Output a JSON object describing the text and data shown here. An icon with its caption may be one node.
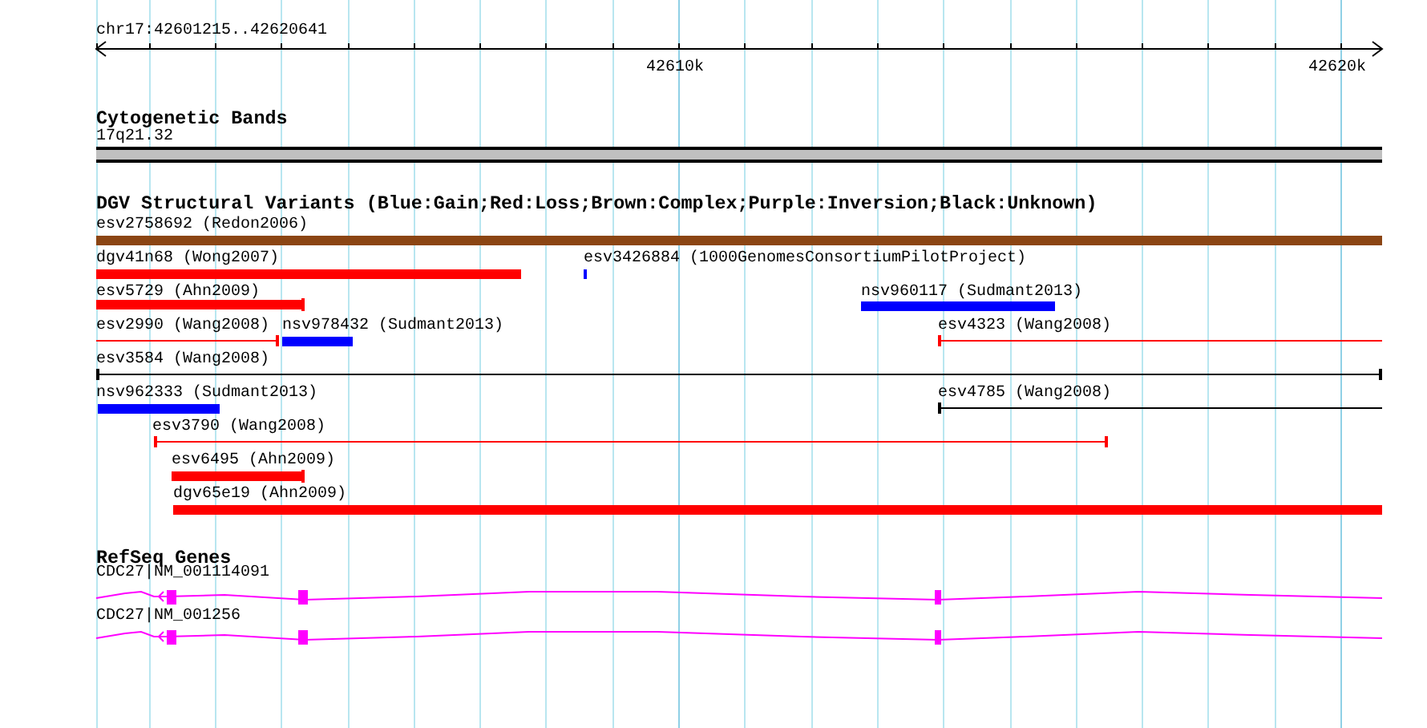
{
  "diagram": {
    "labels": [
      "chr17:42601215..42620641",
      "42610k",
      "42620k",
      "Cytogenetic Bands",
      "17q21.32",
      "DGV Structural Variants (Blue:Gain;Red:Loss;Brown:Complex;Purple:Inversion;Black:Unknown)",
      "esv2758692 (Redon2006)",
      "dgv41n68 (Wong2007)",
      "esv3426884 (1000GenomesConsortiumPilotProject)",
      "esv5729 (Ahn2009)",
      "nsv960117 (Sudmant2013)",
      "esv2990 (Wang2008)",
      "nsv978432 (Sudmant2013)",
      "esv4323 (Wang2008)",
      "esv3584 (Wang2008)",
      "nsv962333 (Sudmant2013)",
      "esv4785 (Wang2008)",
      "esv3790 (Wang2008)",
      "esv6495 (Ahn2009)",
      "dgv65e19 (Ahn2009)",
      "RefSeq Genes",
      "CDC27|NM_001114091",
      "CDC27|NM_001256"
    ]
  }
}
